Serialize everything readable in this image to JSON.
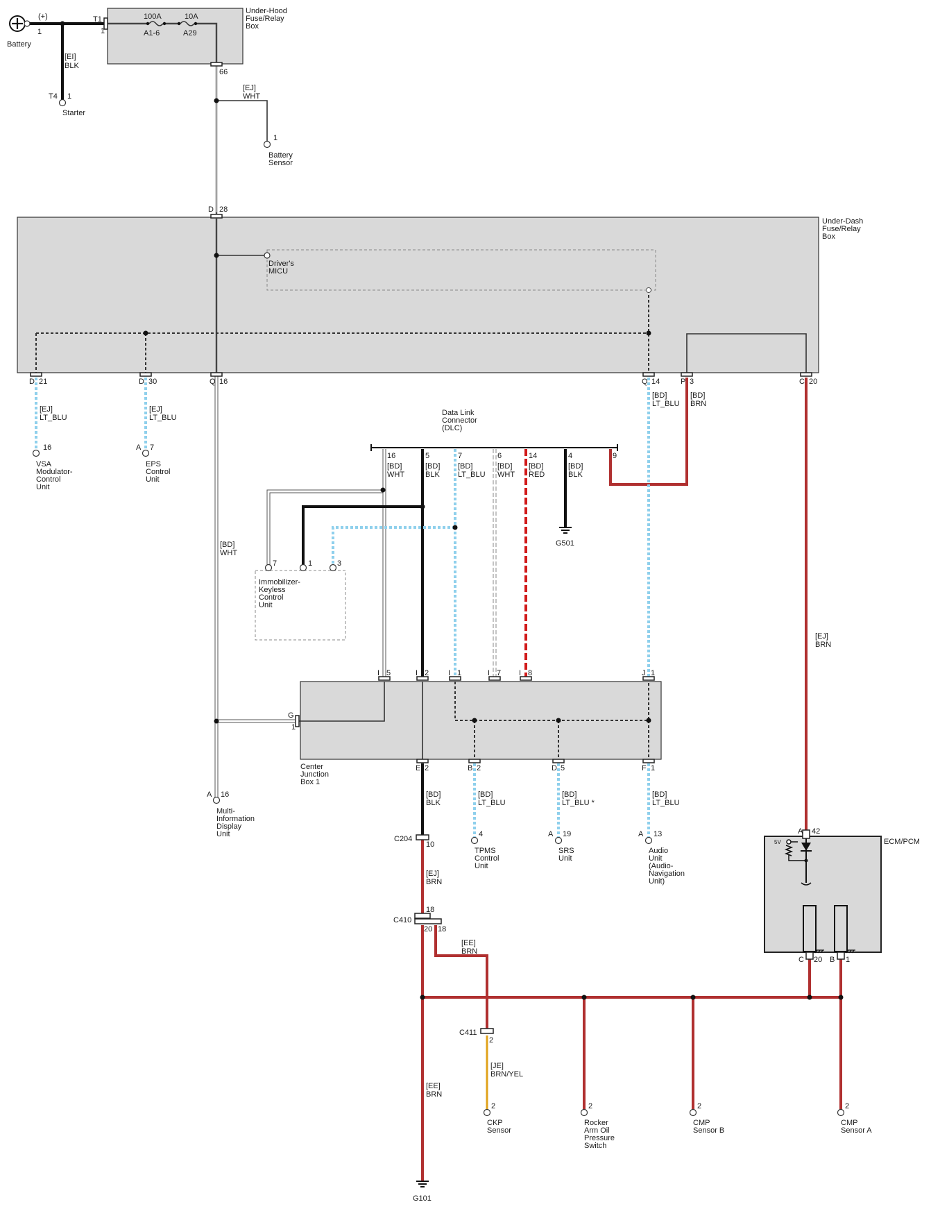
{
  "components": {
    "battery": "Battery",
    "battery_plus": "(+)",
    "battery_pin": "1",
    "starter": "Starter",
    "starter_pin_id": "T4",
    "starter_pin": "1",
    "underhood_box": [
      "Under-Hood",
      "Fuse/Relay",
      "Box"
    ],
    "fuse1_rating": "100A",
    "fuse1_id": "A1-6",
    "fuse2_rating": "10A",
    "fuse2_id": "A29",
    "t1_id": "T1",
    "t1_pin": "1",
    "pin_66": "66",
    "battery_sensor": [
      "Battery",
      "Sensor"
    ],
    "battery_sensor_pin": "1",
    "underdash_box": [
      "Under-Dash",
      "Fuse/Relay",
      "Box"
    ],
    "drivers_micu": [
      "Driver's",
      "MICU"
    ],
    "vsa": [
      "VSA",
      "Modulator-",
      "Control",
      "Unit"
    ],
    "vsa_pin": "16",
    "eps": [
      "EPS",
      "Control",
      "Unit"
    ],
    "eps_pin_id": "A",
    "eps_pin": "7",
    "dlc": [
      "Data Link",
      "Connector",
      "(DLC)"
    ],
    "immobilizer": [
      "Immobilizer-",
      "Keyless",
      "Control",
      "Unit"
    ],
    "immo_pins": [
      "7",
      "1",
      "3"
    ],
    "g501": "G501",
    "center_jb": [
      "Center",
      "Junction",
      "Box 1"
    ],
    "mid": [
      "Multi-",
      "Information",
      "Display",
      "Unit"
    ],
    "mid_pin_id": "A",
    "mid_pin": "16",
    "tpms": [
      "TPMS",
      "Control",
      "Unit"
    ],
    "tpms_pin": "4",
    "srs": [
      "SRS",
      "Unit"
    ],
    "srs_pin_id": "A",
    "srs_pin": "19",
    "audio": [
      "Audio",
      "Unit",
      "(Audio-",
      "Navigation",
      "Unit)"
    ],
    "audio_pin_id": "A",
    "audio_pin": "13",
    "ecm": "ECM/PCM",
    "ecm_5v": "5V",
    "ckp": [
      "CKP",
      "Sensor"
    ],
    "rocker": [
      "Rocker",
      "Arm Oil",
      "Pressure",
      "Switch"
    ],
    "cmp_b": [
      "CMP",
      "Sensor B"
    ],
    "cmp_a": [
      "CMP",
      "Sensor A"
    ],
    "sensor_pin": "2",
    "g101": "G101"
  },
  "pins": {
    "d28": [
      "D",
      "28"
    ],
    "d21": [
      "D",
      "21"
    ],
    "d30": [
      "D",
      "30"
    ],
    "q16": [
      "Q",
      "16"
    ],
    "q14": [
      "Q",
      "14"
    ],
    "p3": [
      "P",
      "3"
    ],
    "c20": [
      "C",
      "20"
    ],
    "i5": [
      "I",
      "5"
    ],
    "i2": [
      "I",
      "2"
    ],
    "i1": [
      "I",
      "1"
    ],
    "i7": [
      "I",
      "7"
    ],
    "i8": [
      "I",
      "8"
    ],
    "j1": [
      "J",
      "1"
    ],
    "g1": [
      "G",
      "1"
    ],
    "e2": [
      "E",
      "2"
    ],
    "b2": [
      "B",
      "2"
    ],
    "d5": [
      "D",
      "5"
    ],
    "f1": [
      "F",
      "1"
    ],
    "a42": [
      "A",
      "42"
    ],
    "c20_ecm": [
      "C",
      "20"
    ],
    "b1_ecm": [
      "B",
      "1"
    ],
    "dlc_pins": [
      "16",
      "5",
      "7",
      "6",
      "14",
      "4",
      "9"
    ]
  },
  "connectors": {
    "c204": "C204",
    "c204_pin": "10",
    "c410": "C410",
    "c410_pins": [
      "18",
      "20",
      "18"
    ],
    "c411": "C411",
    "c411_pin": "2"
  },
  "wires": {
    "ei_blk": [
      "[EI]",
      "BLK"
    ],
    "ej_wht": [
      "[EJ]",
      "WHT"
    ],
    "ej_ltblu_vsa": [
      "[EJ]",
      "LT_BLU"
    ],
    "ej_ltblu_eps": [
      "[EJ]",
      "LT_BLU"
    ],
    "bd_ltblu_q14": [
      "[BD]",
      "LT_BLU"
    ],
    "bd_brn_p3": [
      "[BD]",
      "BRN"
    ],
    "bd_wht_mid": [
      "[BD]",
      "WHT"
    ],
    "dlc16": [
      "[BD]",
      "WHT"
    ],
    "dlc5": [
      "[BD]",
      "BLK"
    ],
    "dlc7": [
      "[BD]",
      "LT_BLU"
    ],
    "dlc6": [
      "[BD]",
      "WHT"
    ],
    "dlc14": [
      "[BD]",
      "RED"
    ],
    "dlc4": [
      "[BD]",
      "BLK"
    ],
    "ej_brn_ecm": [
      "[EJ]",
      "BRN"
    ],
    "bd_blk_e2": [
      "[BD]",
      "BLK"
    ],
    "bd_ltblu_b2": [
      "[BD]",
      "LT_BLU"
    ],
    "bd_ltblu_d5": [
      "[BD]",
      "LT_BLU *"
    ],
    "bd_ltblu_f1": [
      "[BD]",
      "LT_BLU"
    ],
    "ej_brn_c204": [
      "[EJ]",
      "BRN"
    ],
    "ee_brn_c410": [
      "[EE]",
      "BRN"
    ],
    "je_brnyel": [
      "[JE]",
      "BRN/YEL"
    ],
    "ee_brn_g101": [
      "[EE]",
      "BRN"
    ]
  },
  "colors": {
    "box_fill": "#d9d9d9",
    "lt_blu": "#8fd0ec",
    "red": "#d11a1a",
    "brn": "#b03030",
    "brn_yel": "#e0a21a",
    "blk": "#111111"
  }
}
